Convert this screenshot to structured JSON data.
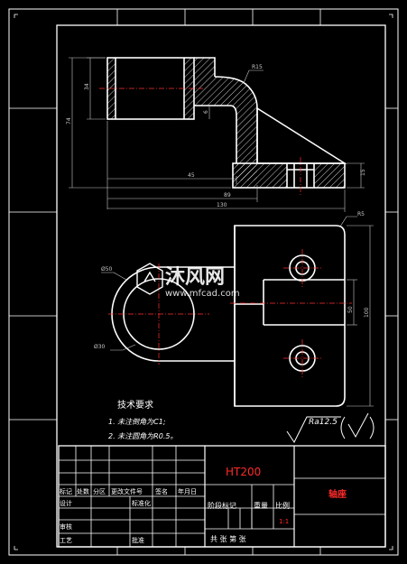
{
  "colors": {
    "background": "#000000",
    "outline": "#ffffff",
    "dimension": "#c8c8c8",
    "centerline": "#ff3030",
    "title_text": "#ff2a2a",
    "watermark": "#ffffff"
  },
  "dimensions": {
    "r15": "R15",
    "d34": "34",
    "d74": "74",
    "d6": "6",
    "d45": "45",
    "d89": "89",
    "d130": "130",
    "d15": "15",
    "r5": "R5",
    "d100": "100",
    "d50b": "50",
    "phi50": "Ø50",
    "phi30": "Ø30"
  },
  "roughness": "Ra12.5",
  "tech_requirements": {
    "title": "技术要求",
    "item1": "1. 未注倒角为C1;",
    "item2": "2. 未注圆角为R0.5。"
  },
  "title_block": {
    "material": "HT200",
    "part_name": "轴座",
    "left_labels": {
      "mark": "标记",
      "count": "处数",
      "zone": "分区",
      "change_doc": "更改文件号",
      "sign": "签名",
      "date": "年月日",
      "design": "设计",
      "standardize": "标准化",
      "review": "审核",
      "process": "工艺",
      "approve": "批准"
    },
    "right_labels": {
      "stage_mark": "阶段标记",
      "weight": "重量",
      "scale": "比例",
      "scale_value": "1:1",
      "sheets": "共  张 第  张"
    }
  },
  "watermark": {
    "brand": "沐风网",
    "url": "www.mfcad.com"
  }
}
